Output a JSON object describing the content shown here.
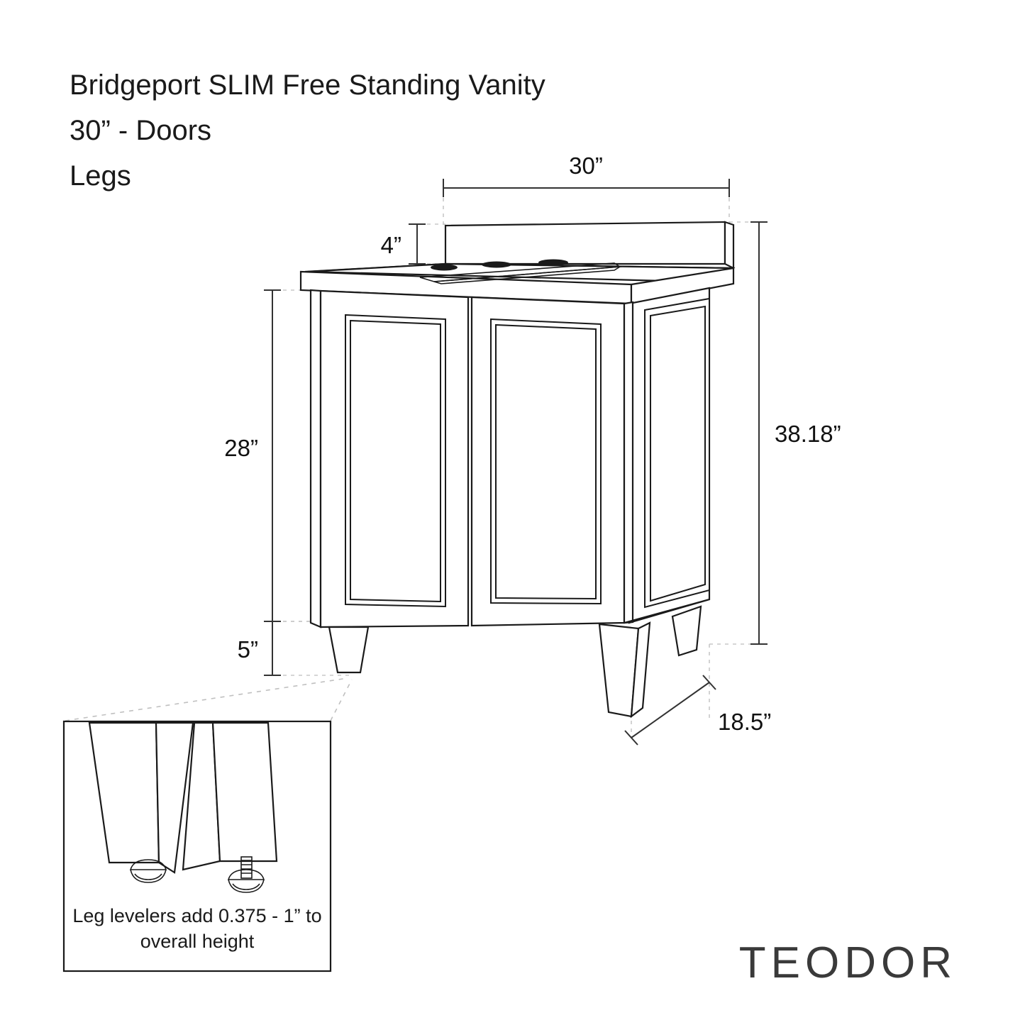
{
  "title": {
    "line1": "Bridgeport SLIM Free Standing Vanity",
    "line2": "30” - Doors",
    "line3": "Legs"
  },
  "dimensions": {
    "width": "30”",
    "backsplash_height": "4”",
    "cabinet_height": "28”",
    "leg_height": "5”",
    "overall_height": "38.18”",
    "depth": "18.5”"
  },
  "detail": {
    "caption_line1": "Leg levelers add 0.375 - 1” to",
    "caption_line2": "overall height"
  },
  "brand": {
    "logo": "TEODOR"
  },
  "chart_data": {
    "type": "table",
    "title": "Bridgeport SLIM Free Standing Vanity 30” - Doors - Legs",
    "categories": [
      "Width",
      "Backsplash height",
      "Cabinet height",
      "Leg height",
      "Overall height",
      "Depth"
    ],
    "values": [
      30,
      4,
      28,
      5,
      38.18,
      18.5
    ],
    "units": "inches",
    "note": "Leg levelers add 0.375 - 1” to overall height"
  }
}
